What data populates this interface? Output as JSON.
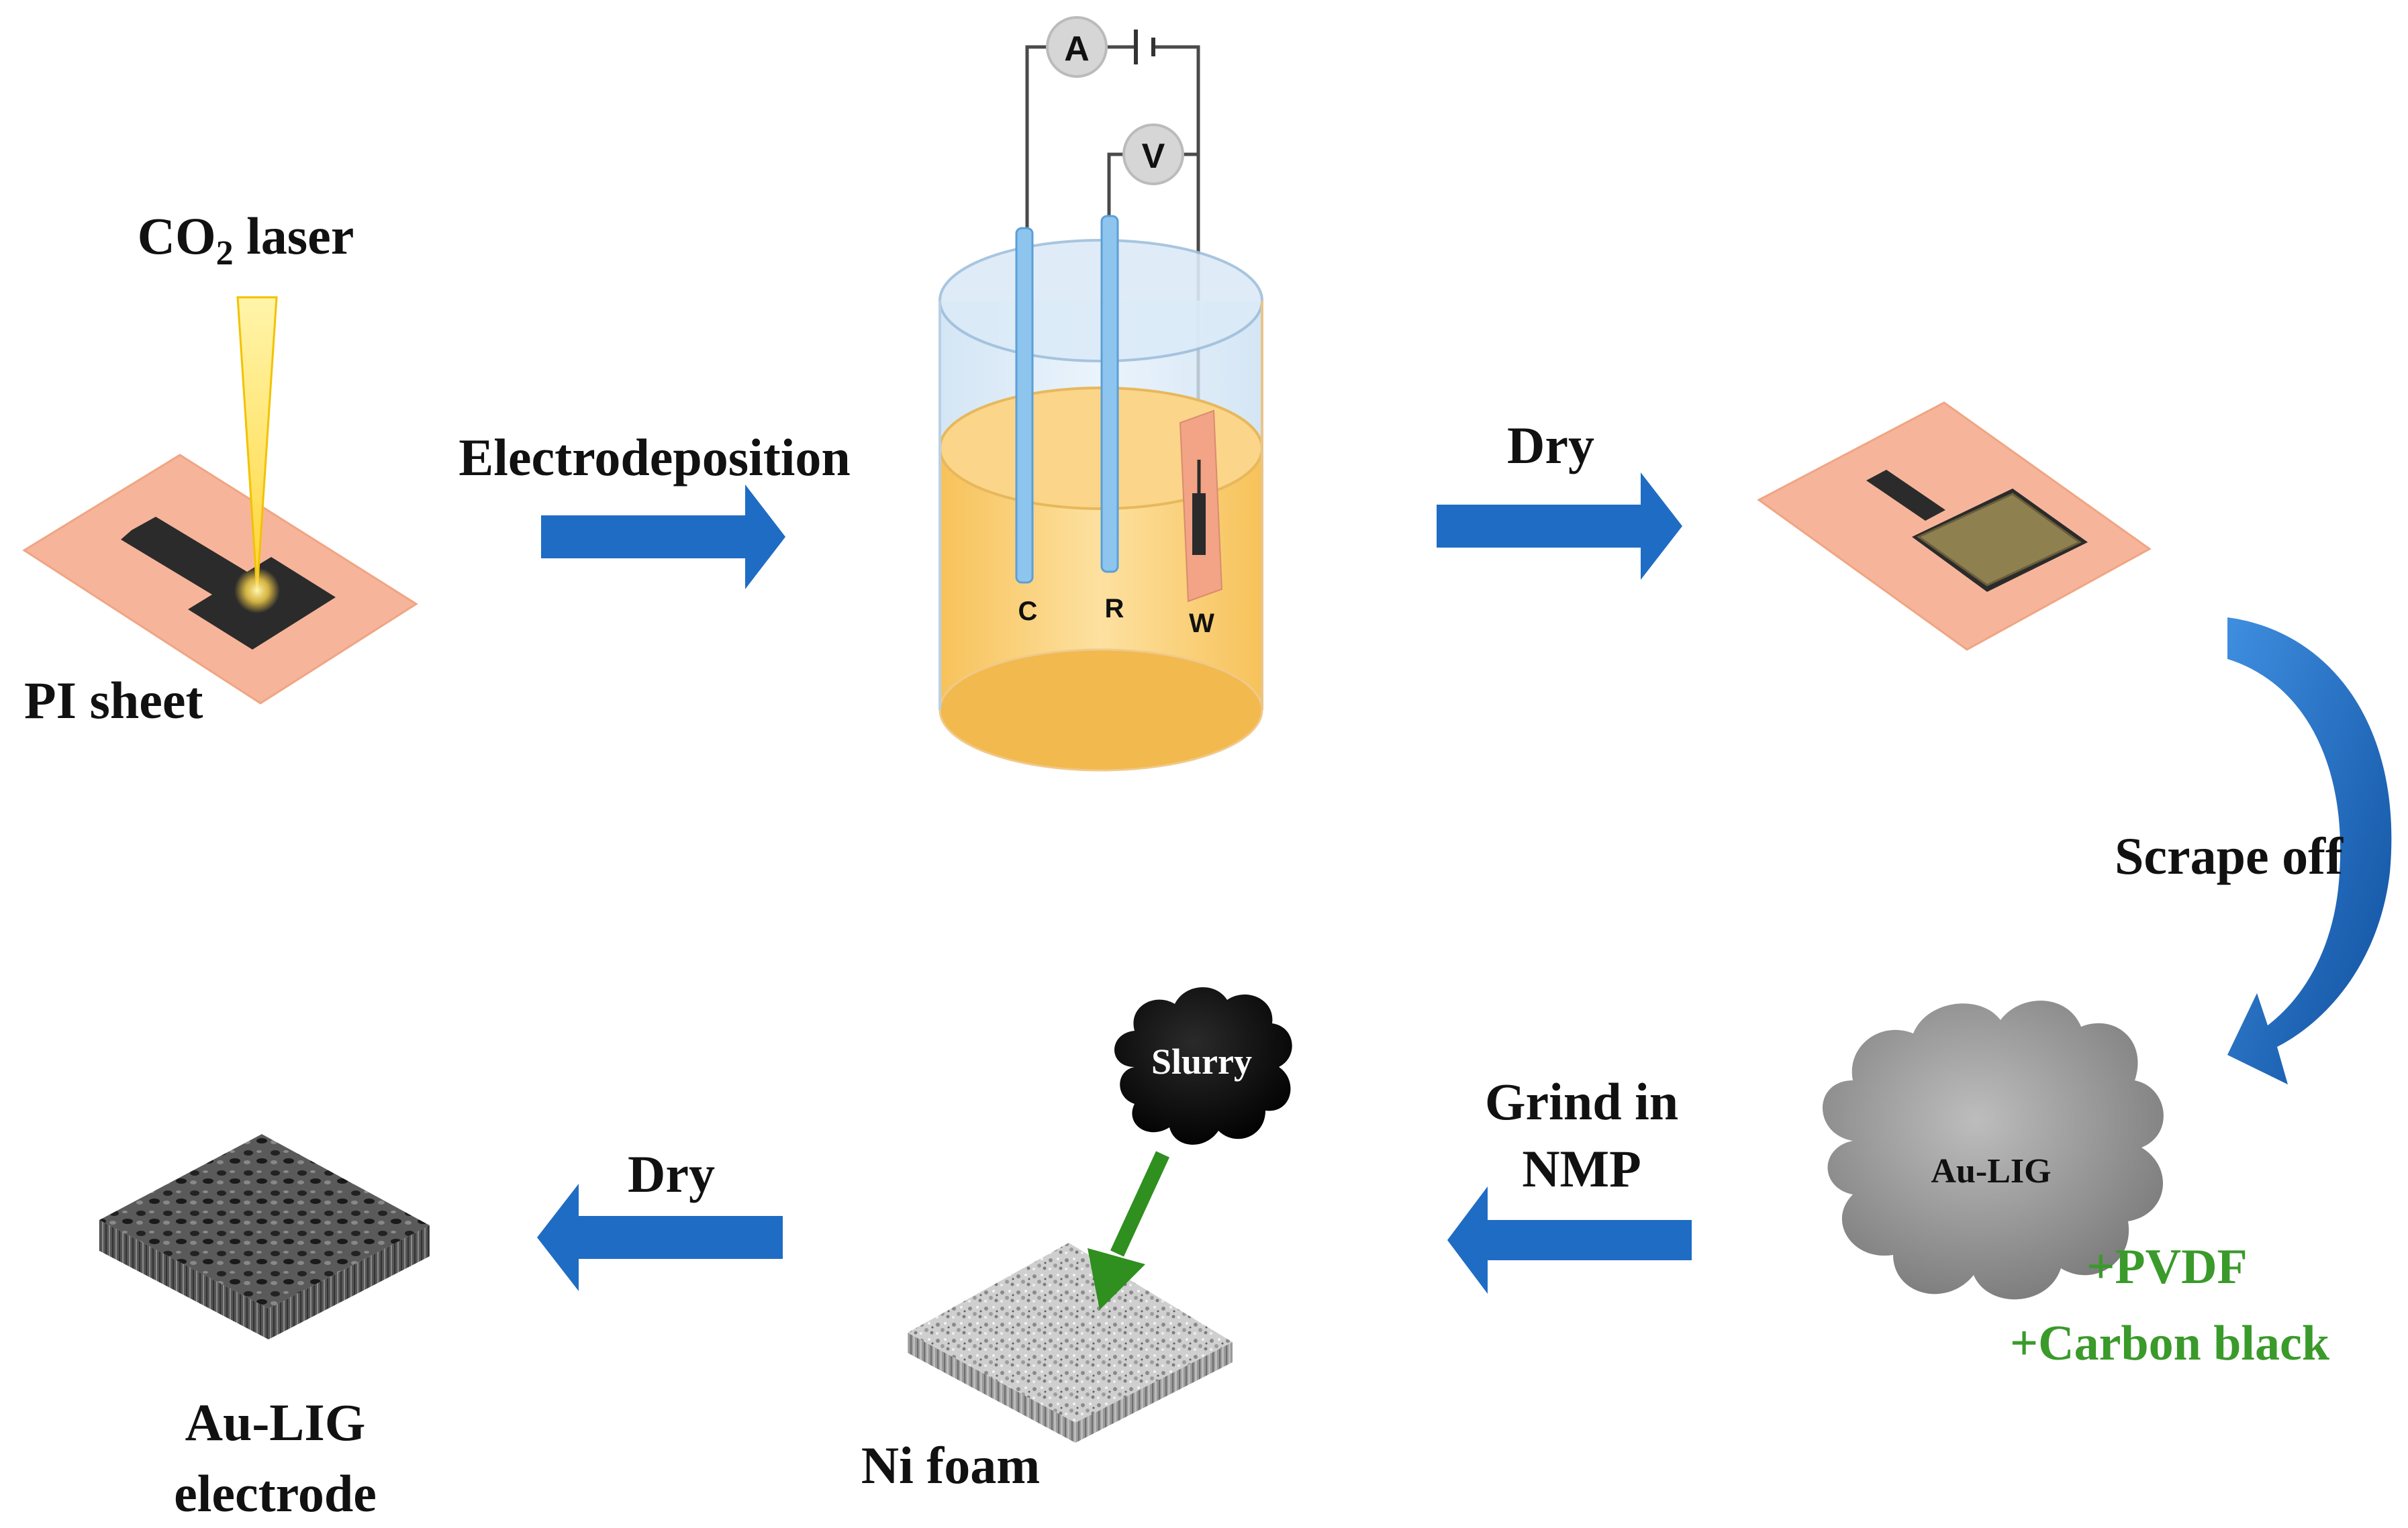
{
  "labels": {
    "co2_laser_prefix": "CO",
    "co2_laser_sub": "2",
    "co2_laser_suffix": " laser",
    "pi_sheet": "PI sheet",
    "electrodeposition": "Electrodeposition",
    "dry_top": "Dry",
    "scrape_off": "Scrape off",
    "grind_line1": "Grind in",
    "grind_line2": "NMP",
    "au_lig_cloud": "Au-LIG",
    "additive_pvdf": "+PVDF",
    "additive_carbon": "+Carbon black",
    "slurry": "Slurry",
    "ni_foam": "Ni foam",
    "dry_bottom": "Dry",
    "electrode_line1": "Au-LIG",
    "electrode_line2": "electrode"
  },
  "cell": {
    "ammeter": "A",
    "voltmeter": "V",
    "counter": "C",
    "reference": "R",
    "working": "W"
  },
  "colors": {
    "arrow_blue": "#1f6cc4",
    "pi_sheet": "#f6b59a",
    "laser_yellow": "#ffe066",
    "electrolyte": "#f8c86a",
    "additives_green": "#3a9a2a",
    "slurry_arrow": "#2f8f1f"
  }
}
